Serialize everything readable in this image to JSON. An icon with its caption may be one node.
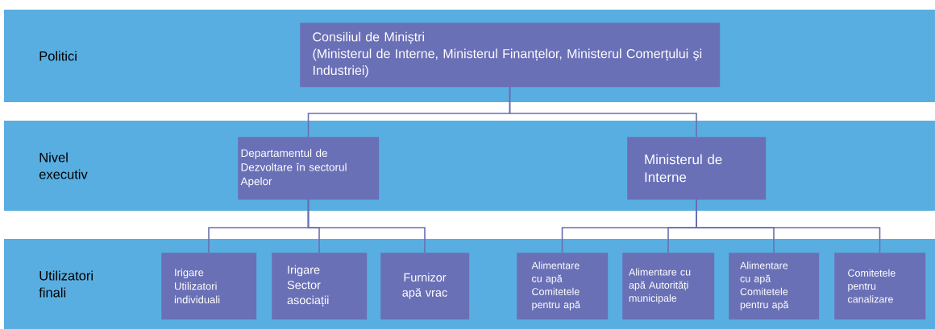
{
  "diagram": {
    "nodes": [
      {
        "text": [
          "Politici"
        ]
      },
      {
        "text": [
          "Consiliul de Miniștri",
          "(Ministerul de Interne, Ministerul Finanțelor, Ministerul Comerțului şi Industriei)"
        ],
        "in": 0
      },
      {
        "text": [
          "Nivel executiv"
        ]
      },
      {
        "text": [
          "Departamentul de Dezvoltare în sectorul Apelor"
        ],
        "in": 2
      },
      {
        "text": [
          "Ministerul de Interne"
        ],
        "in": 2
      },
      {
        "text": [
          "Utilizatori finali"
        ]
      },
      {
        "text": [
          "Irigare Utilizatori individuali"
        ],
        "in": 5
      },
      {
        "text": [
          "Irigare Sector asociații"
        ],
        "in": 5
      },
      {
        "text": [
          "Furnizor apă vrac"
        ],
        "in": 5
      },
      {
        "text": [
          "Alimentare cu apă Comitetele pentru apă"
        ],
        "in": 5
      },
      {
        "text": [
          "Alimentare cu apă Autorități municipale"
        ],
        "in": 5
      },
      {
        "text": [
          "Alimentare cu apă Comitetele pentru apă"
        ],
        "in": 5
      },
      {
        "text": [
          "Comitetele pentru canalizare"
        ],
        "in": 5
      }
    ],
    "edges": [
      {
        "from": 1,
        "to": 3,
        "arrow": "none"
      },
      {
        "from": 1,
        "to": 4,
        "arrow": "none"
      },
      {
        "from": 3,
        "to": 6,
        "arrow": "none"
      },
      {
        "from": 3,
        "to": 7,
        "arrow": "none"
      },
      {
        "from": 3,
        "to": 8,
        "arrow": "none"
      },
      {
        "from": 4,
        "to": 9,
        "arrow": "none"
      },
      {
        "from": 4,
        "to": 10,
        "arrow": "none"
      },
      {
        "from": 4,
        "to": 11,
        "arrow": "none"
      },
      {
        "from": 4,
        "to": 12,
        "arrow": "none"
      }
    ]
  }
}
